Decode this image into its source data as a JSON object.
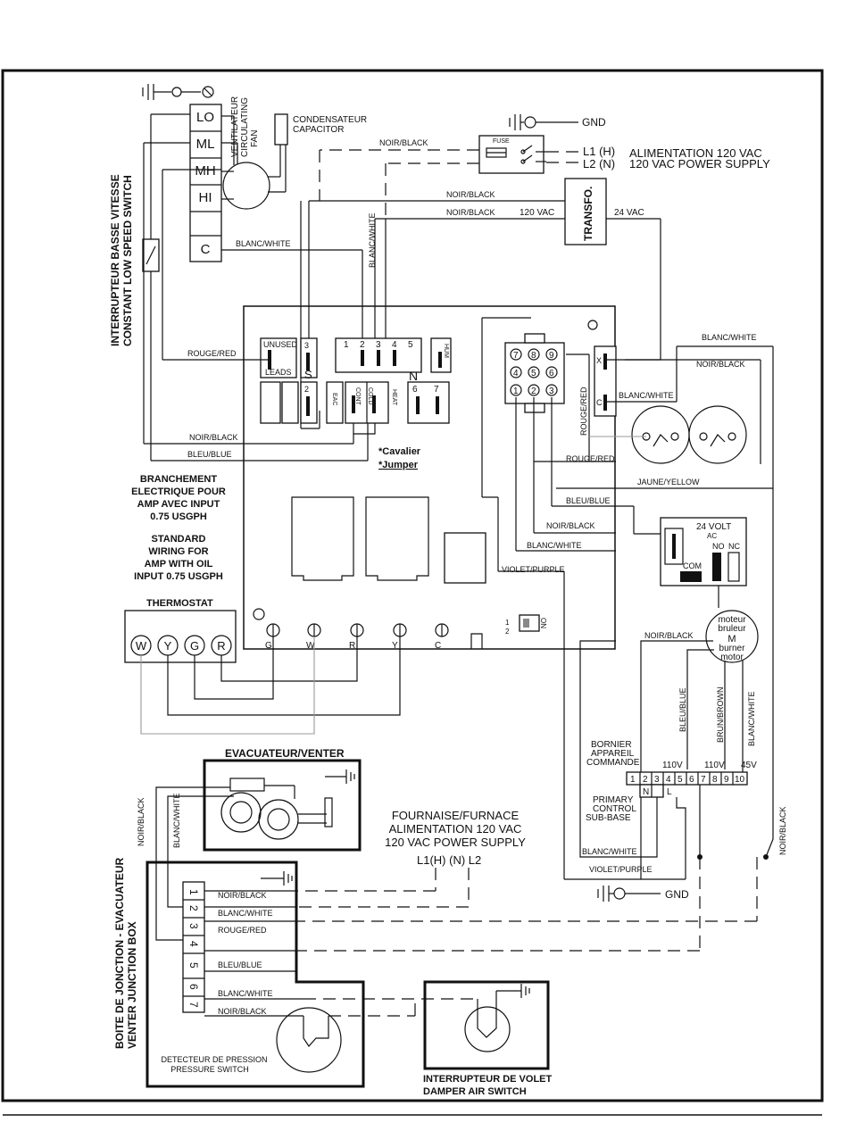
{
  "fan_speeds": [
    "LO",
    "ML",
    "MH",
    "HI",
    "C"
  ],
  "fan_label": [
    "VENTILATEUR",
    "CIRCULATING",
    "FAN"
  ],
  "capacitor_label": [
    "CONDENSATEUR",
    "CAPACITOR"
  ],
  "low_speed_switch": [
    "INTERRUPTEUR BASSE VITESSE",
    "CONSTANT LOW SPEED SWITCH"
  ],
  "gnd": "GND",
  "fuse": "FUSE",
  "supply": {
    "l1": "L1  (H)",
    "l2": "L2  (N)",
    "fr": "ALIMENTATION  120  VAC",
    "en": "120  VAC  POWER  SUPPLY"
  },
  "transformer": {
    "label": "TRANSFO.",
    "primary": "120  VAC",
    "secondary": "24  VAC"
  },
  "wires": {
    "noir_black": "NOIR/BLACK",
    "blanc_white": "BLANC/WHITE",
    "rouge_red": "ROUGE/RED",
    "bleu_blue": "BLEU/BLUE",
    "jaune_yellow": "JAUNE/YELLOW",
    "violet_purple": "VIOLET/PURPLE",
    "brun_brown": "BRUN/BROWN"
  },
  "board": {
    "unused": "UNUSED",
    "leads": "LEADS",
    "terms": [
      "1",
      "2",
      "3",
      "4",
      "5"
    ],
    "n": "N",
    "six": "6",
    "seven": "7",
    "s": "S",
    "three": "3",
    "two": "2",
    "hum": "HUM",
    "eac": "EAC",
    "cont": "CONT",
    "cold": "COLD",
    "heat": "HEAT",
    "cavalier": "*Cavalier",
    "jumper": "*Jumper",
    "plug": [
      "7",
      "8",
      "9",
      "4",
      "5",
      "6",
      "1",
      "2",
      "3"
    ],
    "x": "X",
    "c": "C",
    "switch_1": "1",
    "switch_2": "2",
    "on": "ON"
  },
  "wiring_note_fr": [
    "BRANCHEMENT",
    "ELECTRIQUE POUR",
    "AMP AVEC INPUT",
    "0.75 USGPH"
  ],
  "wiring_note_en": [
    "STANDARD",
    "WIRING FOR",
    "AMP WITH OIL",
    "INPUT 0.75 USGPH"
  ],
  "thermostat": {
    "title": "THERMOSTAT",
    "terms": [
      "W",
      "Y",
      "G",
      "R"
    ]
  },
  "board_terms": [
    "G",
    "W",
    "R",
    "Y",
    "C"
  ],
  "relay": {
    "title": "24  VOLT",
    "ac": "AC",
    "no": "NO",
    "nc": "NC",
    "com": "COM"
  },
  "motor": {
    "l1": "moteur",
    "l2": "bruleur",
    "m": "M",
    "l3": "burner",
    "l4": "motor"
  },
  "bornier": {
    "title": [
      "BORNIER",
      "APPAREIL",
      "COMMANDE"
    ],
    "cells": [
      "1",
      "2",
      "3",
      "4",
      "5",
      "6",
      "7",
      "8",
      "9",
      "10"
    ],
    "v1": "110V",
    "v2": "110V",
    "v3": "45V",
    "n": "N",
    "l": "L",
    "sub": [
      "PRIMARY",
      "CONTROL",
      "SUB-BASE"
    ]
  },
  "venter": {
    "title": "EVACUATEUR/VENTER"
  },
  "furnace": {
    "l1": "FOURNAISE/FURNACE",
    "l2": "ALIMENTATION  120  VAC",
    "l3": "120  VAC  POWER  SUPPLY",
    "lines": "L1(H)     (N)  L2"
  },
  "junction": {
    "side": [
      "BOITE DE JONCTION - EVACUATEUR",
      "VENTER JUNCTION BOX"
    ],
    "terms": [
      "1",
      "2",
      "3",
      "4",
      "5",
      "6",
      "7"
    ],
    "pressure": [
      "DETECTEUR  DE  PRESSION",
      "PRESSURE  SWITCH"
    ]
  },
  "damper": [
    "INTERRUPTEUR DE VOLET",
    "DAMPER AIR SWITCH"
  ]
}
